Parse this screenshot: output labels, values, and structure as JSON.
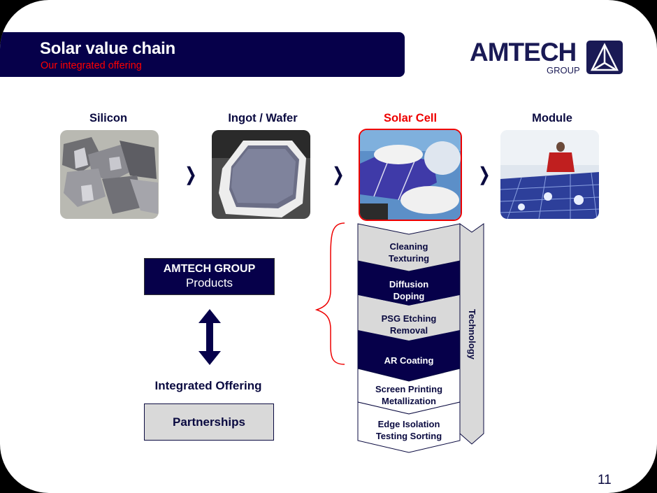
{
  "header": {
    "title": "Solar value chain",
    "subtitle": "Our integrated offering"
  },
  "logo": {
    "wordmark": "AMTECH",
    "sub": "GROUP"
  },
  "stages": [
    {
      "label": "Silicon",
      "image": "silicon-chunks-photo",
      "active": false
    },
    {
      "label": "Ingot / Wafer",
      "image": "wafer-stack-photo",
      "active": false
    },
    {
      "label": "Solar Cell",
      "image": "solar-cell-gloved-hands-photo",
      "active": true
    },
    {
      "label": "Module",
      "image": "module-factory-worker-photo",
      "active": false
    }
  ],
  "chevron_glyph": "❭",
  "products_box": {
    "line1": "AMTECH GROUP",
    "line2": "Products"
  },
  "integrated_label": "Integrated Offering",
  "partnerships_label": "Partnerships",
  "process_steps": [
    {
      "line1": "Cleaning",
      "line2": "Texturing",
      "style": "light"
    },
    {
      "line1": "Diffusion",
      "line2": "Doping",
      "style": "dark"
    },
    {
      "line1": "PSG Etching",
      "line2": "Removal",
      "style": "light"
    },
    {
      "line1": "AR Coating",
      "line2": "",
      "style": "dark"
    },
    {
      "line1": "Screen Printing",
      "line2": "Metallization",
      "style": "white"
    },
    {
      "line1": "Edge Isolation",
      "line2": "Testing Sorting",
      "style": "white"
    }
  ],
  "technology_label": "Technology",
  "page_number": "11",
  "colors": {
    "navy": "#06004a",
    "text_navy": "#0a0a40",
    "accent_red": "#ee0000",
    "light_gray": "#d9d9d9"
  }
}
